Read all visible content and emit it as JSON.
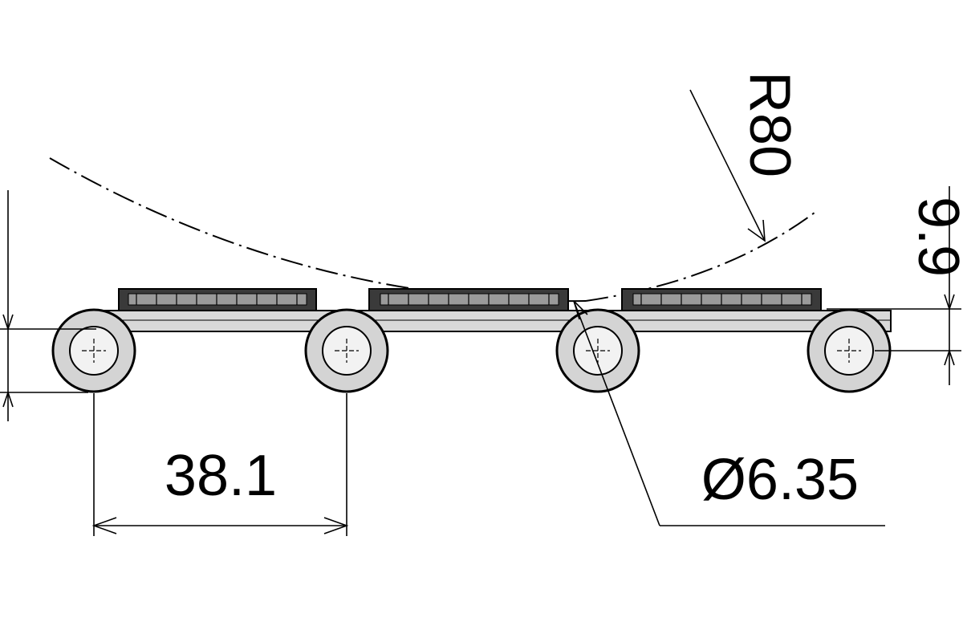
{
  "drawing": {
    "dimensions": {
      "pitch": "38.1",
      "pin_diameter": "Ø6.35",
      "thickness": "9.9",
      "radius": "R80"
    },
    "colors": {
      "line": "#000000",
      "link_fill": "#d9d9d9",
      "roller_fill": "#d4d4d4",
      "top_plate_fill": "#3a3a3a",
      "background": "#ffffff"
    }
  }
}
